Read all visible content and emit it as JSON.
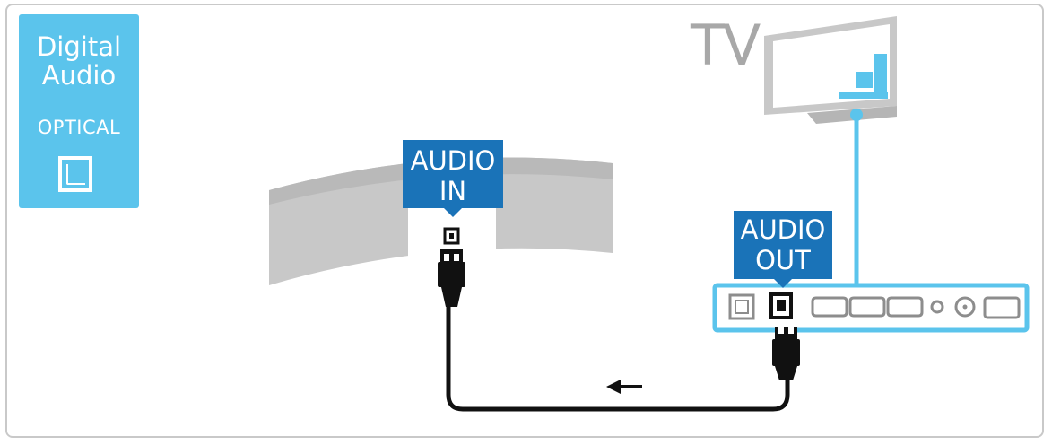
{
  "badge": {
    "line1": "Digital",
    "line2": "Audio",
    "line3": "OPTICAL",
    "icon": "optical-port-icon"
  },
  "tv": {
    "label": "TV"
  },
  "labels": {
    "audio_in": {
      "line1": "AUDIO",
      "line2": "IN"
    },
    "audio_out": {
      "line1": "AUDIO",
      "line2": "OUT"
    }
  },
  "colors": {
    "badge_bg": "#5bc4ec",
    "label_bg": "#1a73b8",
    "device_gray": "#c8c8c8",
    "cable": "#111111",
    "tv_link": "#5bc4ec"
  }
}
